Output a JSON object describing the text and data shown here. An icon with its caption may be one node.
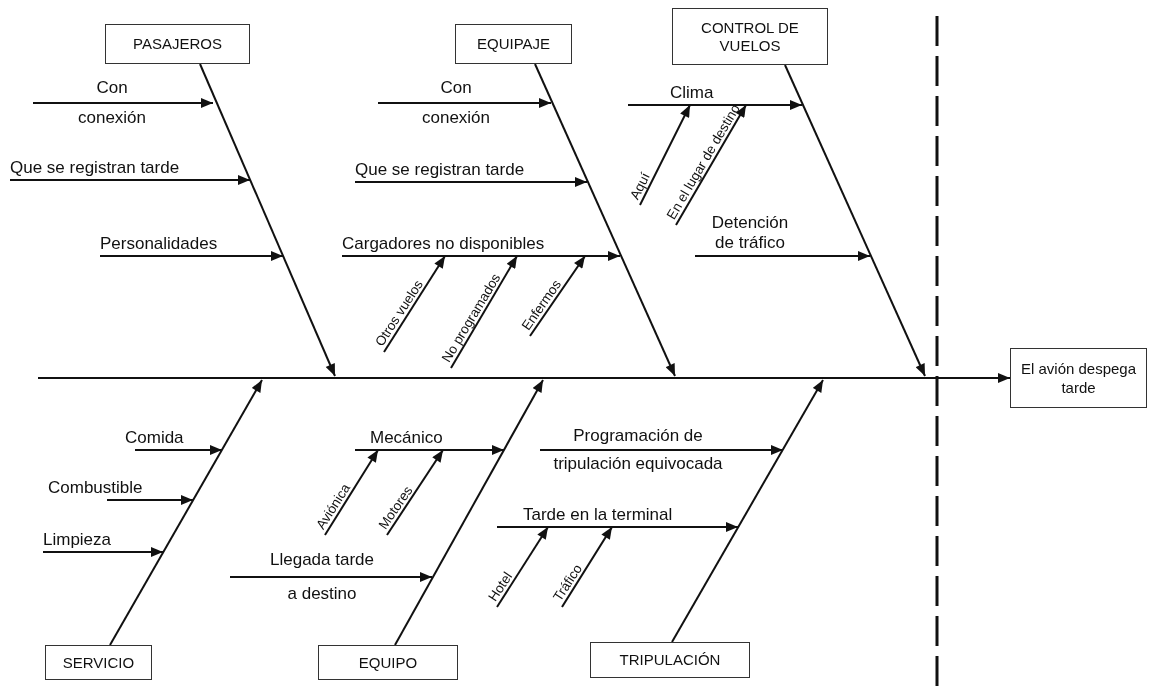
{
  "diagram": {
    "nodes": [
      {
        "text": [
          "PASAJEROS"
        ]
      },
      {
        "text": [
          "EQUIPAJE"
        ]
      },
      {
        "text": [
          "CONTROL DE VUELOS"
        ]
      },
      {
        "text": [
          "Con conexión"
        ]
      },
      {
        "text": [
          "Que se registran tarde"
        ]
      },
      {
        "text": [
          "Personalidades"
        ]
      },
      {
        "text": [
          "Con conexión"
        ]
      },
      {
        "text": [
          "Que se registran tarde"
        ]
      },
      {
        "text": [
          "Cargadores no disponibles"
        ]
      },
      {
        "text": [
          "Otros vuelos"
        ]
      },
      {
        "text": [
          "No programados"
        ]
      },
      {
        "text": [
          "Enfermos"
        ]
      },
      {
        "text": [
          "Clima"
        ]
      },
      {
        "text": [
          "Aquí"
        ]
      },
      {
        "text": [
          "En el lugar de destino"
        ]
      },
      {
        "text": [
          "Detención de tráfico"
        ]
      },
      {
        "text": [
          "El avión despega tarde"
        ]
      },
      {
        "text": [
          "Comida"
        ]
      },
      {
        "text": [
          "Combustible"
        ]
      },
      {
        "text": [
          "Limpieza"
        ]
      },
      {
        "text": [
          "Mecánico"
        ]
      },
      {
        "text": [
          "Aviónica"
        ]
      },
      {
        "text": [
          "Motores"
        ]
      },
      {
        "text": [
          "Llegada tarde a destino"
        ]
      },
      {
        "text": [
          "Programación de tripulación equivocada"
        ]
      },
      {
        "text": [
          "Tarde en la terminal"
        ]
      },
      {
        "text": [
          "Hotel"
        ]
      },
      {
        "text": [
          "Tráfico"
        ]
      },
      {
        "text": [
          "SERVICIO"
        ]
      },
      {
        "text": [
          "EQUIPO"
        ]
      },
      {
        "text": [
          "TRIPULACIÓN"
        ]
      }
    ],
    "edges": [
      {
        "from": null,
        "to": 16,
        "arrow": "to"
      },
      {
        "from": 0,
        "to": null,
        "arrow": "to"
      },
      {
        "from": 1,
        "to": null,
        "arrow": "to"
      },
      {
        "from": 2,
        "to": null,
        "arrow": "to"
      },
      {
        "from": 28,
        "to": null,
        "arrow": "to"
      },
      {
        "from": 29,
        "to": null,
        "arrow": "to"
      },
      {
        "from": 30,
        "to": null,
        "arrow": "to"
      },
      {
        "from": 3,
        "to": null,
        "arrow": "to"
      },
      {
        "from": 4,
        "to": null,
        "arrow": "to"
      },
      {
        "from": 5,
        "to": null,
        "arrow": "to"
      },
      {
        "from": 6,
        "to": null,
        "arrow": "to"
      },
      {
        "from": 7,
        "to": null,
        "arrow": "to"
      },
      {
        "from": 8,
        "to": null,
        "arrow": "to"
      },
      {
        "from": 9,
        "to": 8,
        "arrow": "to"
      },
      {
        "from": 10,
        "to": 8,
        "arrow": "to"
      },
      {
        "from": 11,
        "to": 8,
        "arrow": "to"
      },
      {
        "from": 12,
        "to": null,
        "arrow": "to"
      },
      {
        "from": 13,
        "to": 12,
        "arrow": "to"
      },
      {
        "from": 14,
        "to": 12,
        "arrow": "to"
      },
      {
        "from": 15,
        "to": null,
        "arrow": "to"
      },
      {
        "from": 17,
        "to": null,
        "arrow": "to"
      },
      {
        "from": 18,
        "to": null,
        "arrow": "to"
      },
      {
        "from": 19,
        "to": null,
        "arrow": "to"
      },
      {
        "from": 20,
        "to": null,
        "arrow": "to"
      },
      {
        "from": 21,
        "to": 20,
        "arrow": "to"
      },
      {
        "from": 22,
        "to": 20,
        "arrow": "to"
      },
      {
        "from": 23,
        "to": null,
        "arrow": "to"
      },
      {
        "from": 24,
        "to": null,
        "arrow": "to"
      },
      {
        "from": 25,
        "to": null,
        "arrow": "to"
      },
      {
        "from": 26,
        "to": 25,
        "arrow": "to"
      },
      {
        "from": 27,
        "to": 25,
        "arrow": "to"
      }
    ]
  }
}
